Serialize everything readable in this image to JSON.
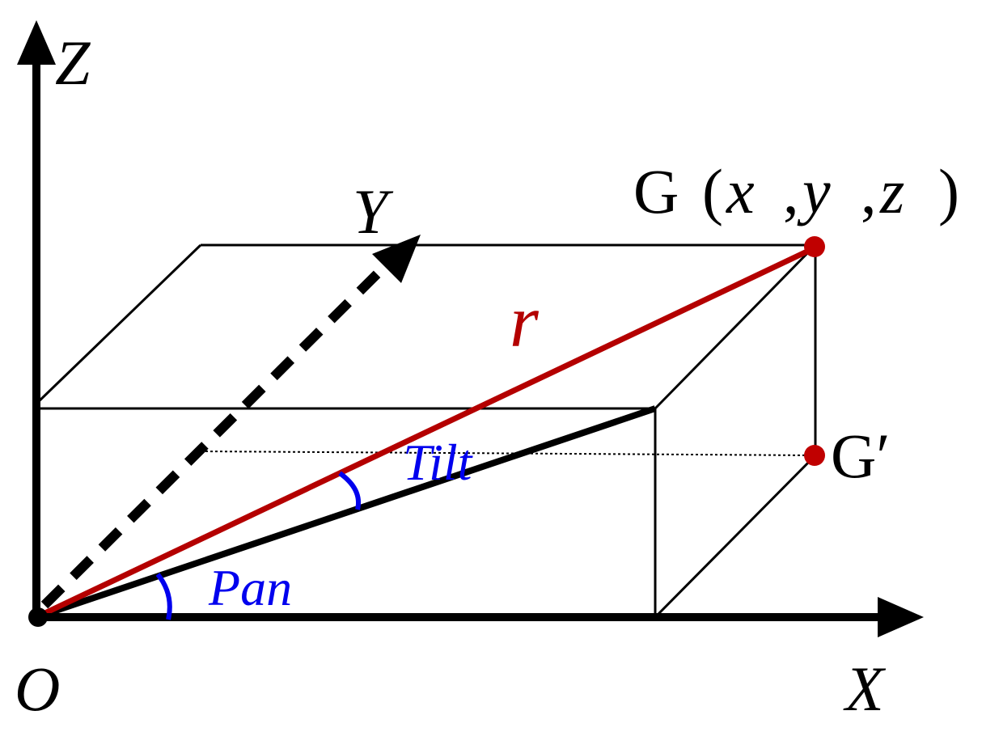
{
  "labels": {
    "z_axis": "Z",
    "y_axis": "Y",
    "x_axis": "X",
    "origin": "O",
    "point_g_name": "G",
    "point_g_open": "(",
    "point_g_x": "x",
    "point_g_sep1": ",",
    "point_g_y": "y",
    "point_g_sep2": ",",
    "point_g_z": "z",
    "point_g_close": ")",
    "point_g_prime": "G′",
    "vector_r": "r",
    "tilt": "Tilt",
    "pan": "Pan"
  },
  "colors": {
    "axis": "#000000",
    "vector_r": "#b40000",
    "angle_arc": "#0000ee",
    "point": "#c00000"
  }
}
